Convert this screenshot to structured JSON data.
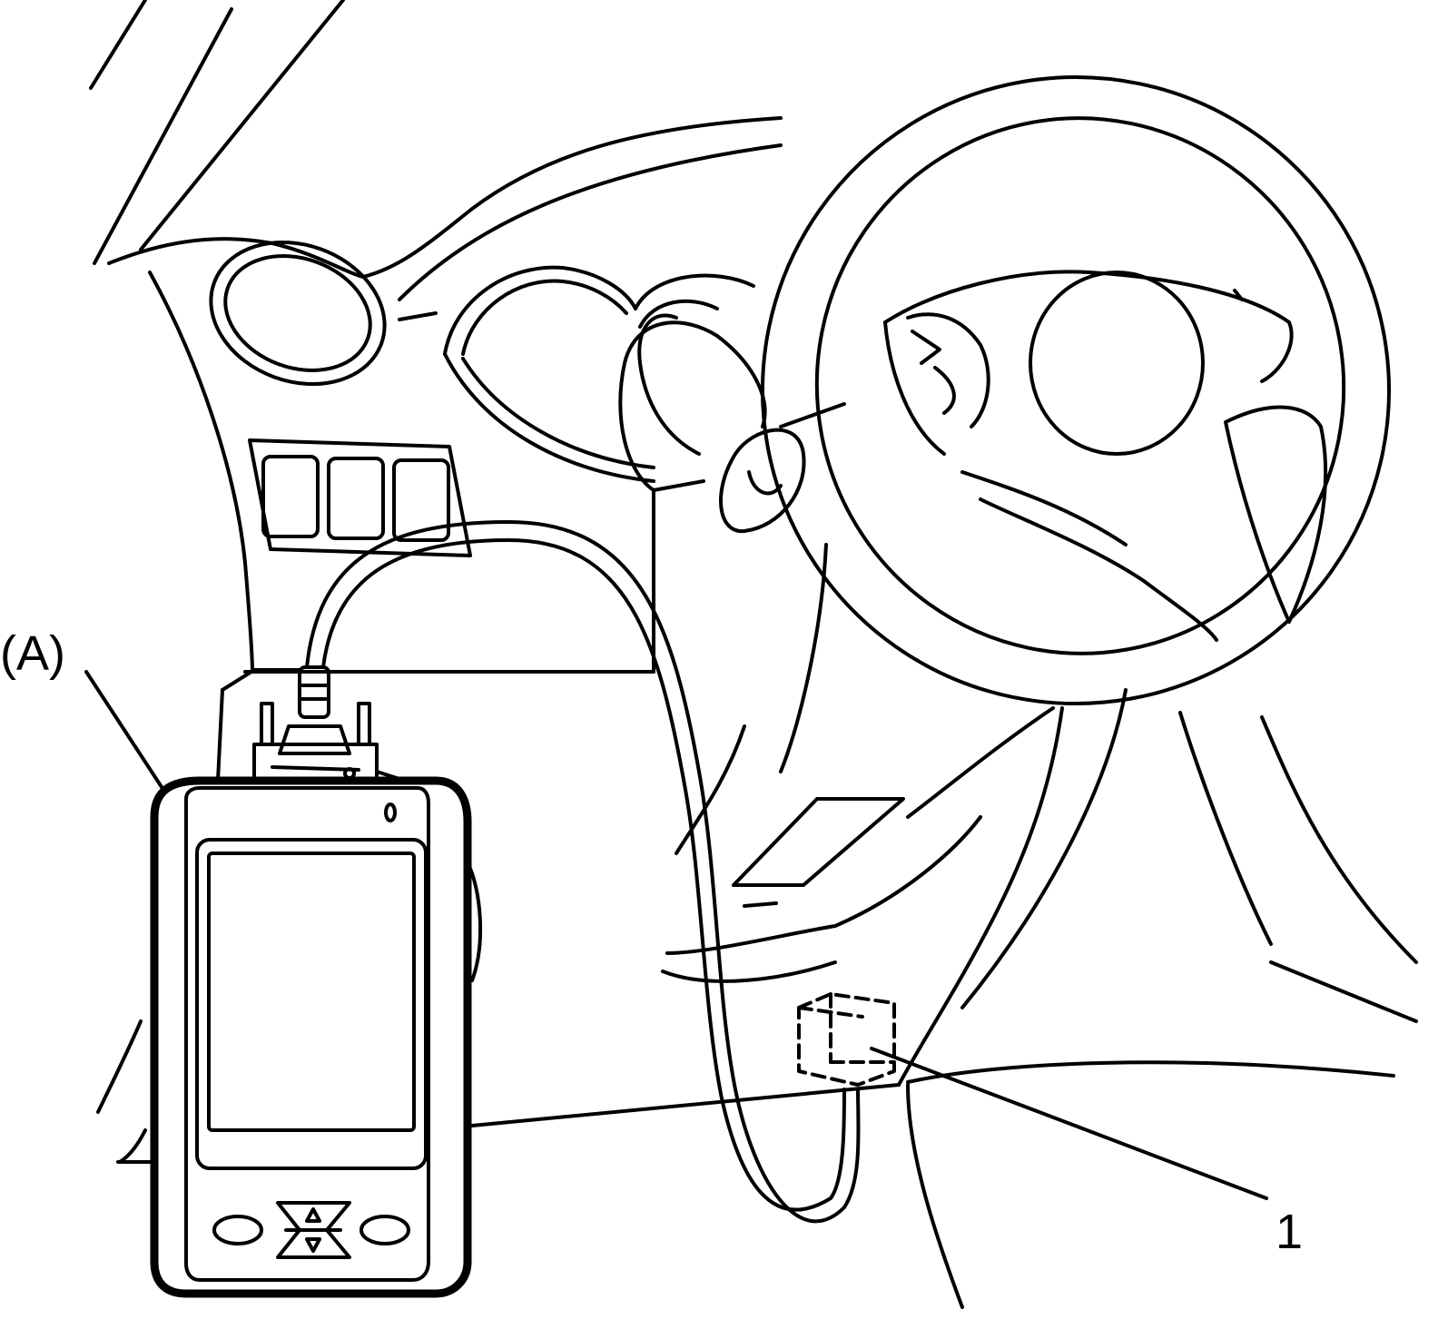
{
  "diagram": {
    "callouts": [
      {
        "id": "tool",
        "label": "(A)"
      },
      {
        "id": "connector",
        "label": "1"
      }
    ],
    "colors": {
      "line": "#000000",
      "background": "#ffffff"
    }
  }
}
